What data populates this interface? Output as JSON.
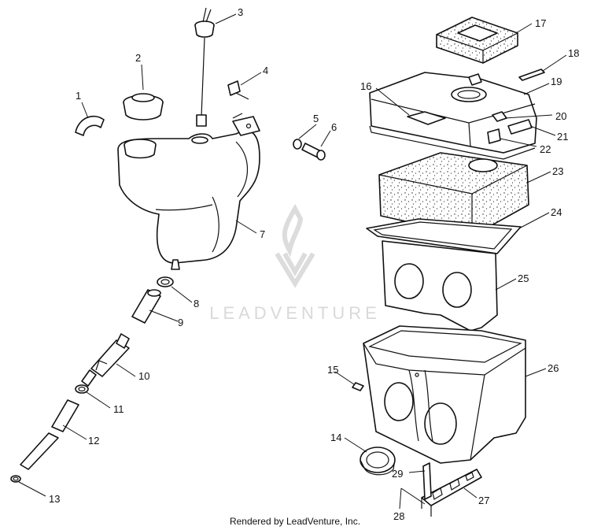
{
  "diagram": {
    "watermark": "LEADVENTURE",
    "credit": "Rendered by LeadVenture, Inc.",
    "callouts": {
      "c1": "1",
      "c2": "2",
      "c3": "3",
      "c4": "4",
      "c5": "5",
      "c6": "6",
      "c7": "7",
      "c8": "8",
      "c9": "9",
      "c10": "10",
      "c11": "11",
      "c12": "12",
      "c13": "13",
      "c14": "14",
      "c15": "15",
      "c16": "16",
      "c17": "17",
      "c18": "18",
      "c19": "19",
      "c20": "20",
      "c21": "21",
      "c22": "22",
      "c23": "23",
      "c24": "24",
      "c25": "25",
      "c26": "26",
      "c27": "27",
      "c28": "28",
      "c29": "29"
    }
  }
}
